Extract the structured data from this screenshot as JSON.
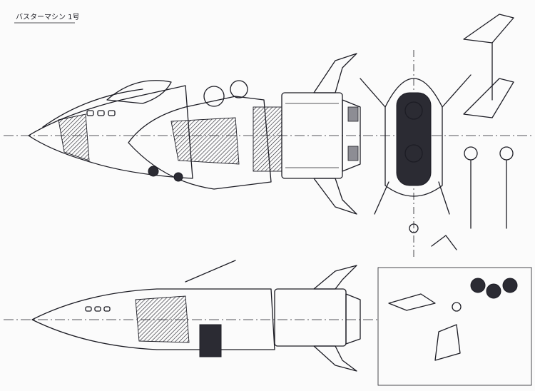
{
  "sheet": {
    "title": "バスターマシン 1号"
  },
  "colors": {
    "ink": "#1c1c24",
    "paper": "#fbfbfb",
    "shade": "#2b2b33"
  },
  "views": [
    "side-view-upper",
    "front-view",
    "top-view-lower",
    "detail-inset"
  ]
}
